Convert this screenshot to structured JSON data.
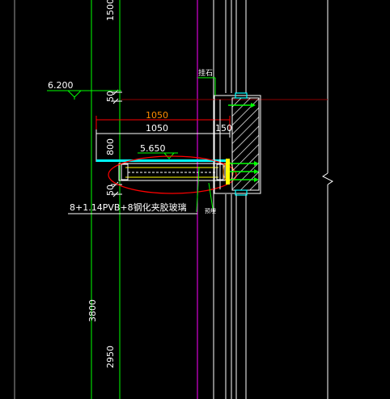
{
  "dims": {
    "top_vertical": "1500",
    "d50_upper": "50",
    "d800": "800",
    "d50_lower": "50",
    "d3800": "3800",
    "d2950": "2950",
    "width_red": "1050",
    "width_white": "1050",
    "d150": "150"
  },
  "levels": {
    "upper": "6.200",
    "lower": "5.650"
  },
  "labels": {
    "stone": "挂石",
    "glass_spec": "8+1.14PVB+8钢化夹胶玻璃",
    "small_note": "预埋"
  },
  "colors": {
    "background": "#000000",
    "white": "#ffffff",
    "green": "#00ff00",
    "cyan": "#00ffff",
    "yellow": "#ffff00",
    "red": "#ff0000",
    "magenta": "#ff00ff",
    "darkred": "#8b0000",
    "orange": "#ff7f00",
    "gray": "#808080"
  }
}
